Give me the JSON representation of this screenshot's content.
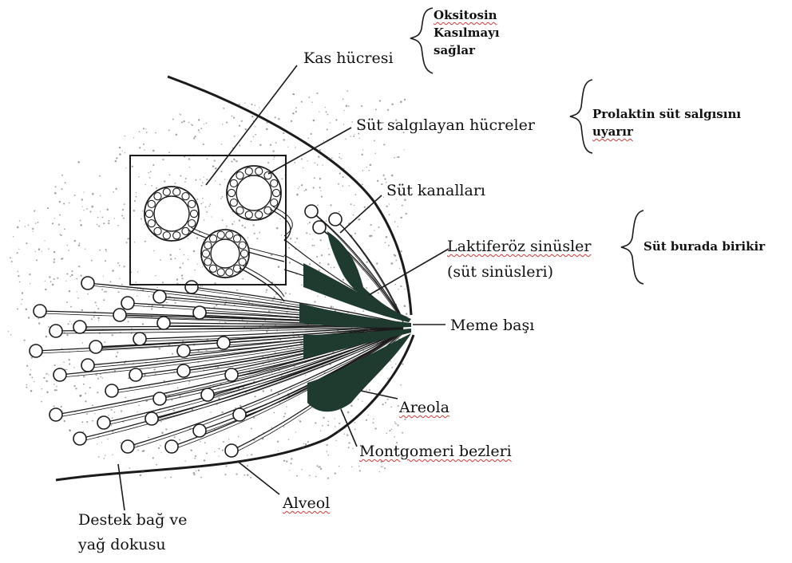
{
  "labels": {
    "kas_hucresi": "Kas hücresi",
    "sut_salgilayan": "Süt salgılayan hücreler",
    "sut_kanallari": "Süt kanalları",
    "laktiferoz_line1": "Laktiferöz sinüsler",
    "laktiferoz_line2": "(süt sinüsleri)",
    "meme_basi": "Meme başı",
    "areola": "Areola",
    "montgomeri": "Montgomeri bezleri",
    "alveol": "Alveol",
    "destek_line1": "Destek bağ ve",
    "destek_line2": "yağ dokusu"
  },
  "notes": {
    "oksitosin": [
      "Oksitosin",
      "Kasılmayı",
      "sağlar"
    ],
    "prolaktin": [
      "Prolaktin süt salgısını",
      "uyarır"
    ],
    "birikir": "Süt burada birikir"
  },
  "colors": {
    "ink": "#1b1b1b",
    "sinus_fill": "#1f3b30",
    "spellcheck": "#d43a3a"
  }
}
